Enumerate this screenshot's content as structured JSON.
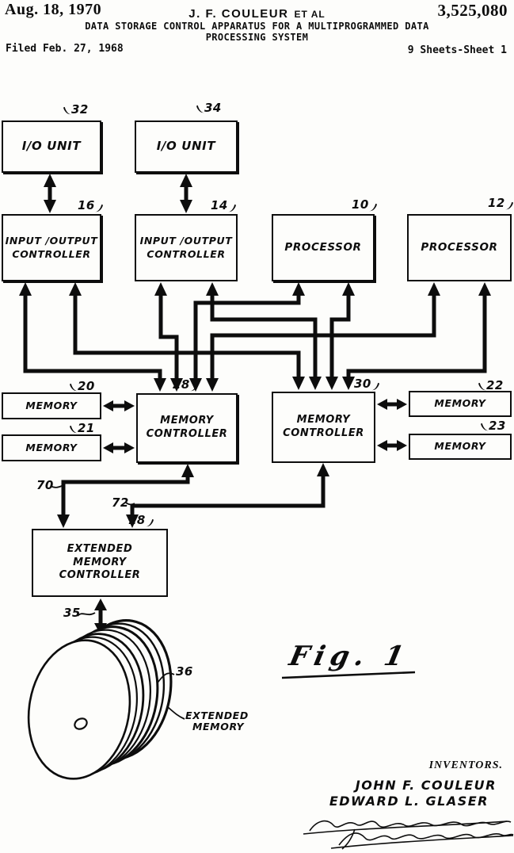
{
  "header": {
    "date": "Aug. 18, 1970",
    "byline": "J. F. COULEUR",
    "byline_suffix": "ET AL",
    "patent_number": "3,525,080",
    "title_line1": "DATA STORAGE CONTROL APPARATUS FOR A MULTIPROGRAMMED DATA",
    "title_line2": "PROCESSING SYSTEM",
    "filed": "Filed Feb. 27, 1968",
    "sheet": "9 Sheets-Sheet 1"
  },
  "blocks": {
    "io32": {
      "ref": "32",
      "label": "I/O UNIT"
    },
    "io34": {
      "ref": "34",
      "label": "I/O UNIT"
    },
    "ioc16": {
      "ref": "16",
      "line1": "INPUT /OUTPUT",
      "line2": "CONTROLLER"
    },
    "ioc14": {
      "ref": "14",
      "line1": "INPUT /OUTPUT",
      "line2": "CONTROLLER"
    },
    "proc10": {
      "ref": "10",
      "label": "PROCESSOR"
    },
    "proc12": {
      "ref": "12",
      "label": "PROCESSOR"
    },
    "mem20": {
      "ref": "20",
      "label": "MEMORY"
    },
    "mem21": {
      "ref": "21",
      "label": "MEMORY"
    },
    "mem22": {
      "ref": "22",
      "label": "MEMORY"
    },
    "mem23": {
      "ref": "23",
      "label": "MEMORY"
    },
    "mc28": {
      "ref": "28",
      "line1": "MEMORY",
      "line2": "CONTROLLER"
    },
    "mc30": {
      "ref": "30",
      "line1": "MEMORY",
      "line2": "CONTROLLER"
    },
    "emc18": {
      "ref": "18",
      "line1": "EXTENDED",
      "line2": "MEMORY",
      "line3": "CONTROLLER"
    }
  },
  "wires": {
    "ref70": "70",
    "ref72": "72"
  },
  "drum": {
    "ref_link": "35",
    "ref_body": "36",
    "label_line1": "EXTENDED",
    "label_line2": "MEMORY"
  },
  "figure": {
    "label": "Fig. 1"
  },
  "footer": {
    "inventors_caption": "INVENTORS.",
    "inventor1": "JOHN F. COULEUR",
    "inventor2": "EDWARD L. GLASER"
  }
}
